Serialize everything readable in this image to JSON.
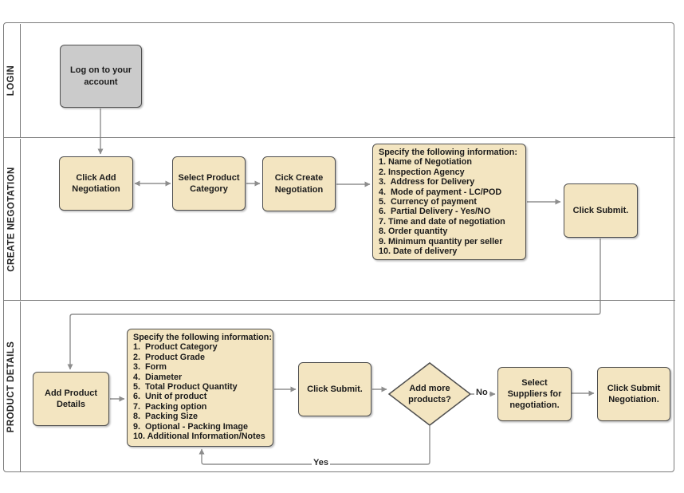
{
  "diagram": {
    "kind": "swimlane-flowchart",
    "colors": {
      "node_fill": "#f3e5c1",
      "node_border": "#4f4f4f",
      "gray_node_fill": "#cbcbcb",
      "lane_border": "#7b7b7b",
      "connector": "#8f8f8f",
      "text": "#1b1b1b"
    }
  },
  "lanes": {
    "login": {
      "label": "LOGIN"
    },
    "create_negotiation": {
      "label": "CREATE NEGOTATION"
    },
    "product_details": {
      "label": "PRODUCT DETAILS"
    }
  },
  "login": {
    "logon": "Log on to your account"
  },
  "create": {
    "click_add": "Click Add Negotiation",
    "select_category": "Select Product Category",
    "cick_create": "Cick Create Negotiation",
    "specify": {
      "title": "Specify the following information:",
      "items": [
        "1. Name of Negotiation",
        "2. Inspection Agency",
        "3.  Address for Delivery",
        "4.  Mode of payment - LC/POD",
        "5.  Currency of payment",
        "6.  Partial Delivery - Yes/NO",
        "7. Time and date of negotiation",
        "8. Order quantity",
        "9. Minimum quantity per seller",
        "10. Date of delivery"
      ]
    },
    "click_submit": "Click Submit."
  },
  "product": {
    "add_details": "Add Product Details",
    "specify": {
      "title": "Specify the following information:",
      "items": [
        "1.  Product Category",
        "2.  Product Grade",
        "3.  Form",
        "4.  Diameter",
        "5.  Total Product Quantity",
        "6.  Unit of product",
        "7.  Packing option",
        "8.  Packing Size",
        "9.  Optional - Packing Image",
        "10. Additional Information/Notes"
      ]
    },
    "click_submit": "Click Submit.",
    "decision": "Add more products?",
    "select_suppliers": "Select Suppliers for negotiation.",
    "click_submit_negotiation": "Click Submit Negotiation."
  },
  "edge_labels": {
    "no": "No",
    "yes": "Yes"
  }
}
